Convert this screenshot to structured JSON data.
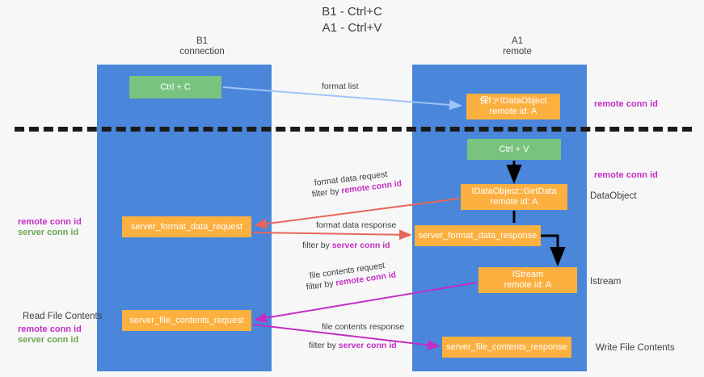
{
  "title": "B1 - Ctrl+C\nA1 - Ctrl+V",
  "lanes": [
    {
      "name": "b1",
      "header": "B1\nconnection",
      "color": "#4a86d9"
    },
    {
      "name": "a1",
      "header": "A1\nremote",
      "color": "#4a86d9"
    }
  ],
  "colors": {
    "lane": "#4a86d9",
    "green_box": "#78c47f",
    "orange_box": "#fbb040",
    "magenta_text": "#c42ec4",
    "green_text": "#6aa84f",
    "blue_arrow": "#9fc5f8",
    "red_arrow": "#e8665a",
    "magenta_arrow": "#c42ec4",
    "black_arrow": "#000000",
    "divider": "#1a1a1a",
    "background": "#f7f7f7"
  },
  "boxes": {
    "ctrl_c": "Ctrl + C",
    "idataobject": "保fァIDataObject\nremote id: A",
    "ctrl_v": "Ctrl + V",
    "getdata": "IDataObject::GetData\nremote id: A",
    "server_format_data_request": "server_format_data_request",
    "server_format_data_response": "server_format_data_response",
    "istream": "IStream\nremote id: A",
    "server_file_contents_request": "server_file_contents_request",
    "server_file_contents_response": "server_file_contents_response"
  },
  "side_labels": {
    "dataobject": "DataObject",
    "istream": "Istream",
    "write_file_contents": "Write File Contents",
    "read_file_contents": "Read File Contents"
  },
  "conn_ids": {
    "remote": "remote conn id",
    "server": "server conn id"
  },
  "captions": {
    "format_list": "format list",
    "format_data_request": "format data request",
    "filter_by_prefix": "filter by ",
    "format_data_response": "format data response",
    "file_contents_request": "file contents request",
    "file_contents_response": "file contents response"
  }
}
